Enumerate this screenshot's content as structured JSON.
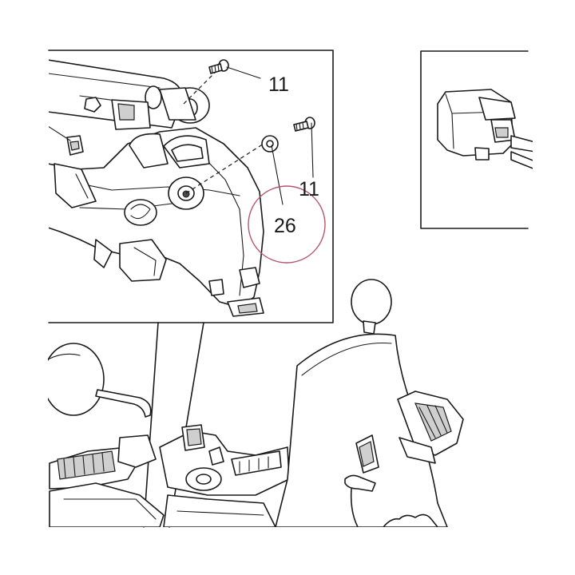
{
  "callouts": {
    "screw_top": "11",
    "screw_right": "11",
    "washer": "26"
  },
  "colors": {
    "line": "#1a1a1a",
    "highlight_circle": "#b5566e",
    "background": "#ffffff"
  }
}
